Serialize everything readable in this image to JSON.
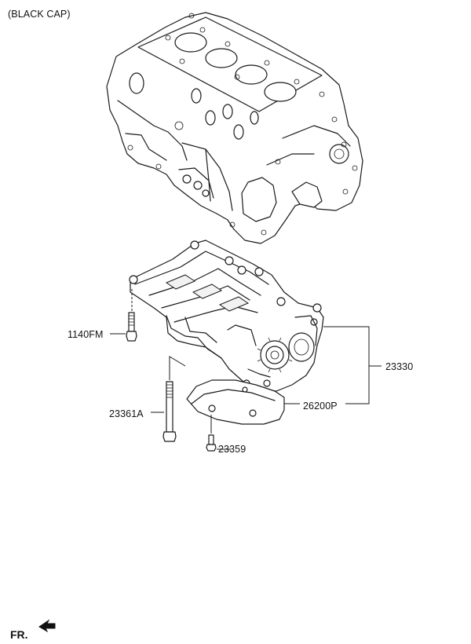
{
  "header": {
    "variant_note": "(BLACK CAP)"
  },
  "parts": [
    {
      "number": "1140FM"
    },
    {
      "number": "23361A"
    },
    {
      "number": "23359"
    },
    {
      "number": "23330"
    },
    {
      "number": "26200P"
    }
  ],
  "orientation": {
    "label": "FR.",
    "icon": "front-arrow-icon"
  }
}
